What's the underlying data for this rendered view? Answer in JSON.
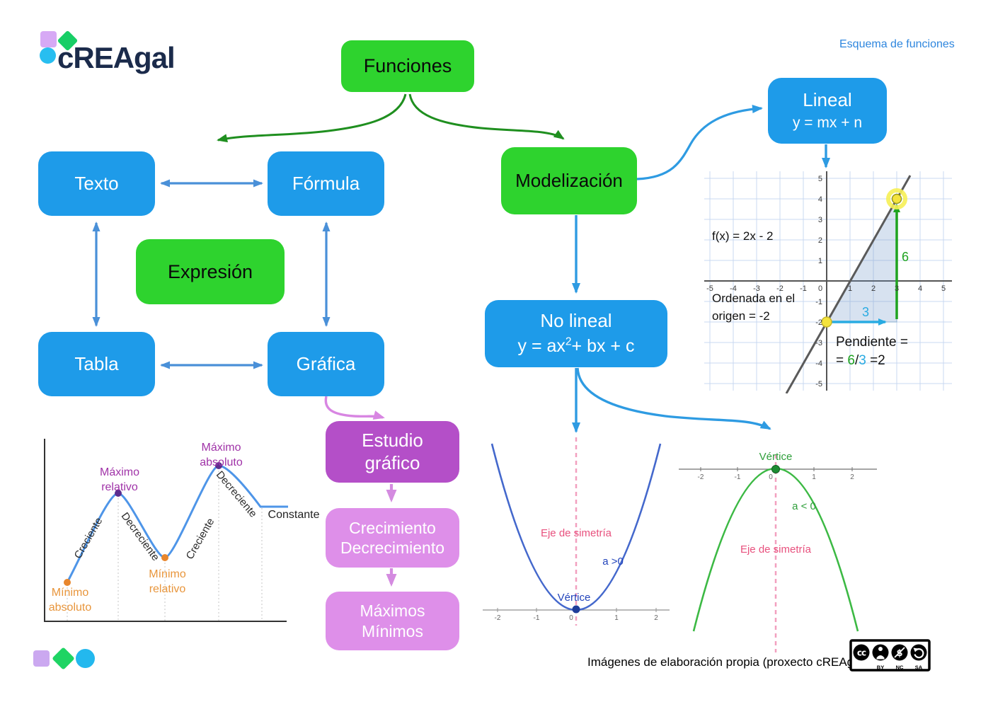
{
  "page": {
    "logo_text": "cREAgal",
    "subtitle": "Esquema de funciones",
    "caption": "Imágenes de elaboración propia (proxecto cREAgal)"
  },
  "colors": {
    "box_blue": "#1E9BE9",
    "box_green": "#2ED32E",
    "box_purple_dark": "#B44FC8",
    "box_purple_light": "#DE8FE9",
    "arrow_green": "#1F8F1F",
    "arrow_blue": "#2E9BE2",
    "arrow_double_blue": "#4A90D8",
    "arrow_pink": "#D886E2",
    "subtitle_blue": "#2E86DE",
    "curve_blue": "#4E95E8",
    "parabola_blue": "#4468CC",
    "parabola_green": "#3CB944",
    "axis_pink": "#E8517E",
    "label_purple": "#A033A8",
    "label_orange": "#E8953B"
  },
  "nodes": {
    "funciones": "Funciones",
    "texto": "Texto",
    "formula": "Fórmula",
    "expresion": "Expresión",
    "tabla": "Tabla",
    "grafica": "Gráfica",
    "modelizacion": "Modelización",
    "lineal_title": "Lineal",
    "lineal_formula": "y = mx + n",
    "no_lineal_title": "No lineal",
    "no_lineal_formula_base": "y = ax",
    "no_lineal_formula_sup": "2",
    "no_lineal_formula_rest": "+ bx + c",
    "estudio_line1": "Estudio",
    "estudio_line2": "gráfico",
    "crecimiento_line1": "Crecimiento",
    "crecimiento_line2": "Decrecimiento",
    "maximos_line1": "Máximos",
    "maximos_line2": "Mínimos"
  },
  "curve_graph": {
    "type": "line",
    "labels": {
      "minimo_absoluto": "Mínimo absoluto",
      "maximo_relativo": "Máximo relativo",
      "minimo_relativo": "Mínimo relativo",
      "maximo_absoluto": "Máximo absoluto",
      "creciente": "Creciente",
      "decreciente": "Decreciente",
      "constante": "Constante"
    },
    "segments": [
      "Creciente",
      "Decreciente",
      "Creciente",
      "Decreciente",
      "Constante"
    ]
  },
  "linear_graph": {
    "type": "line",
    "function_label": "f(x) = 2x - 2",
    "xlim": [
      -5,
      5
    ],
    "ylim": [
      -5,
      5
    ],
    "xticks": [
      "-5",
      "-4",
      "-3",
      "-2",
      "-1",
      "0",
      "1",
      "2",
      "3",
      "4",
      "5"
    ],
    "yticks": [
      "5",
      "4",
      "3",
      "2",
      "1",
      "-1",
      "-2",
      "-3",
      "-4",
      "-5"
    ],
    "marked_points": [
      [
        0,
        -2
      ],
      [
        3,
        4
      ]
    ],
    "rise_value": "6",
    "run_value": "3",
    "ordenada_line1": "Ordenada en el",
    "ordenada_line2": "origen = -2",
    "pendiente": {
      "label": "Pendiente =",
      "eq": "= ",
      "rise": "6",
      "slash": "/",
      "run": "3",
      "result": " =2"
    }
  },
  "parabola_up": {
    "type": "line",
    "xticks": [
      "-2",
      "-1",
      "0",
      "1",
      "2"
    ],
    "vertex": [
      0,
      0
    ],
    "vertex_label": "Vértice",
    "axis_label": "Eje de simetría",
    "a_label": "a >0"
  },
  "parabola_down": {
    "type": "line",
    "xticks": [
      "-2",
      "-1",
      "0",
      "1",
      "2"
    ],
    "vertex": [
      0,
      0
    ],
    "vertex_label": "Vértice",
    "axis_label": "Eje de simetría",
    "a_label": "a < 0"
  },
  "license": {
    "cc": "cc",
    "labels": [
      "BY",
      "NC",
      "SA"
    ]
  }
}
